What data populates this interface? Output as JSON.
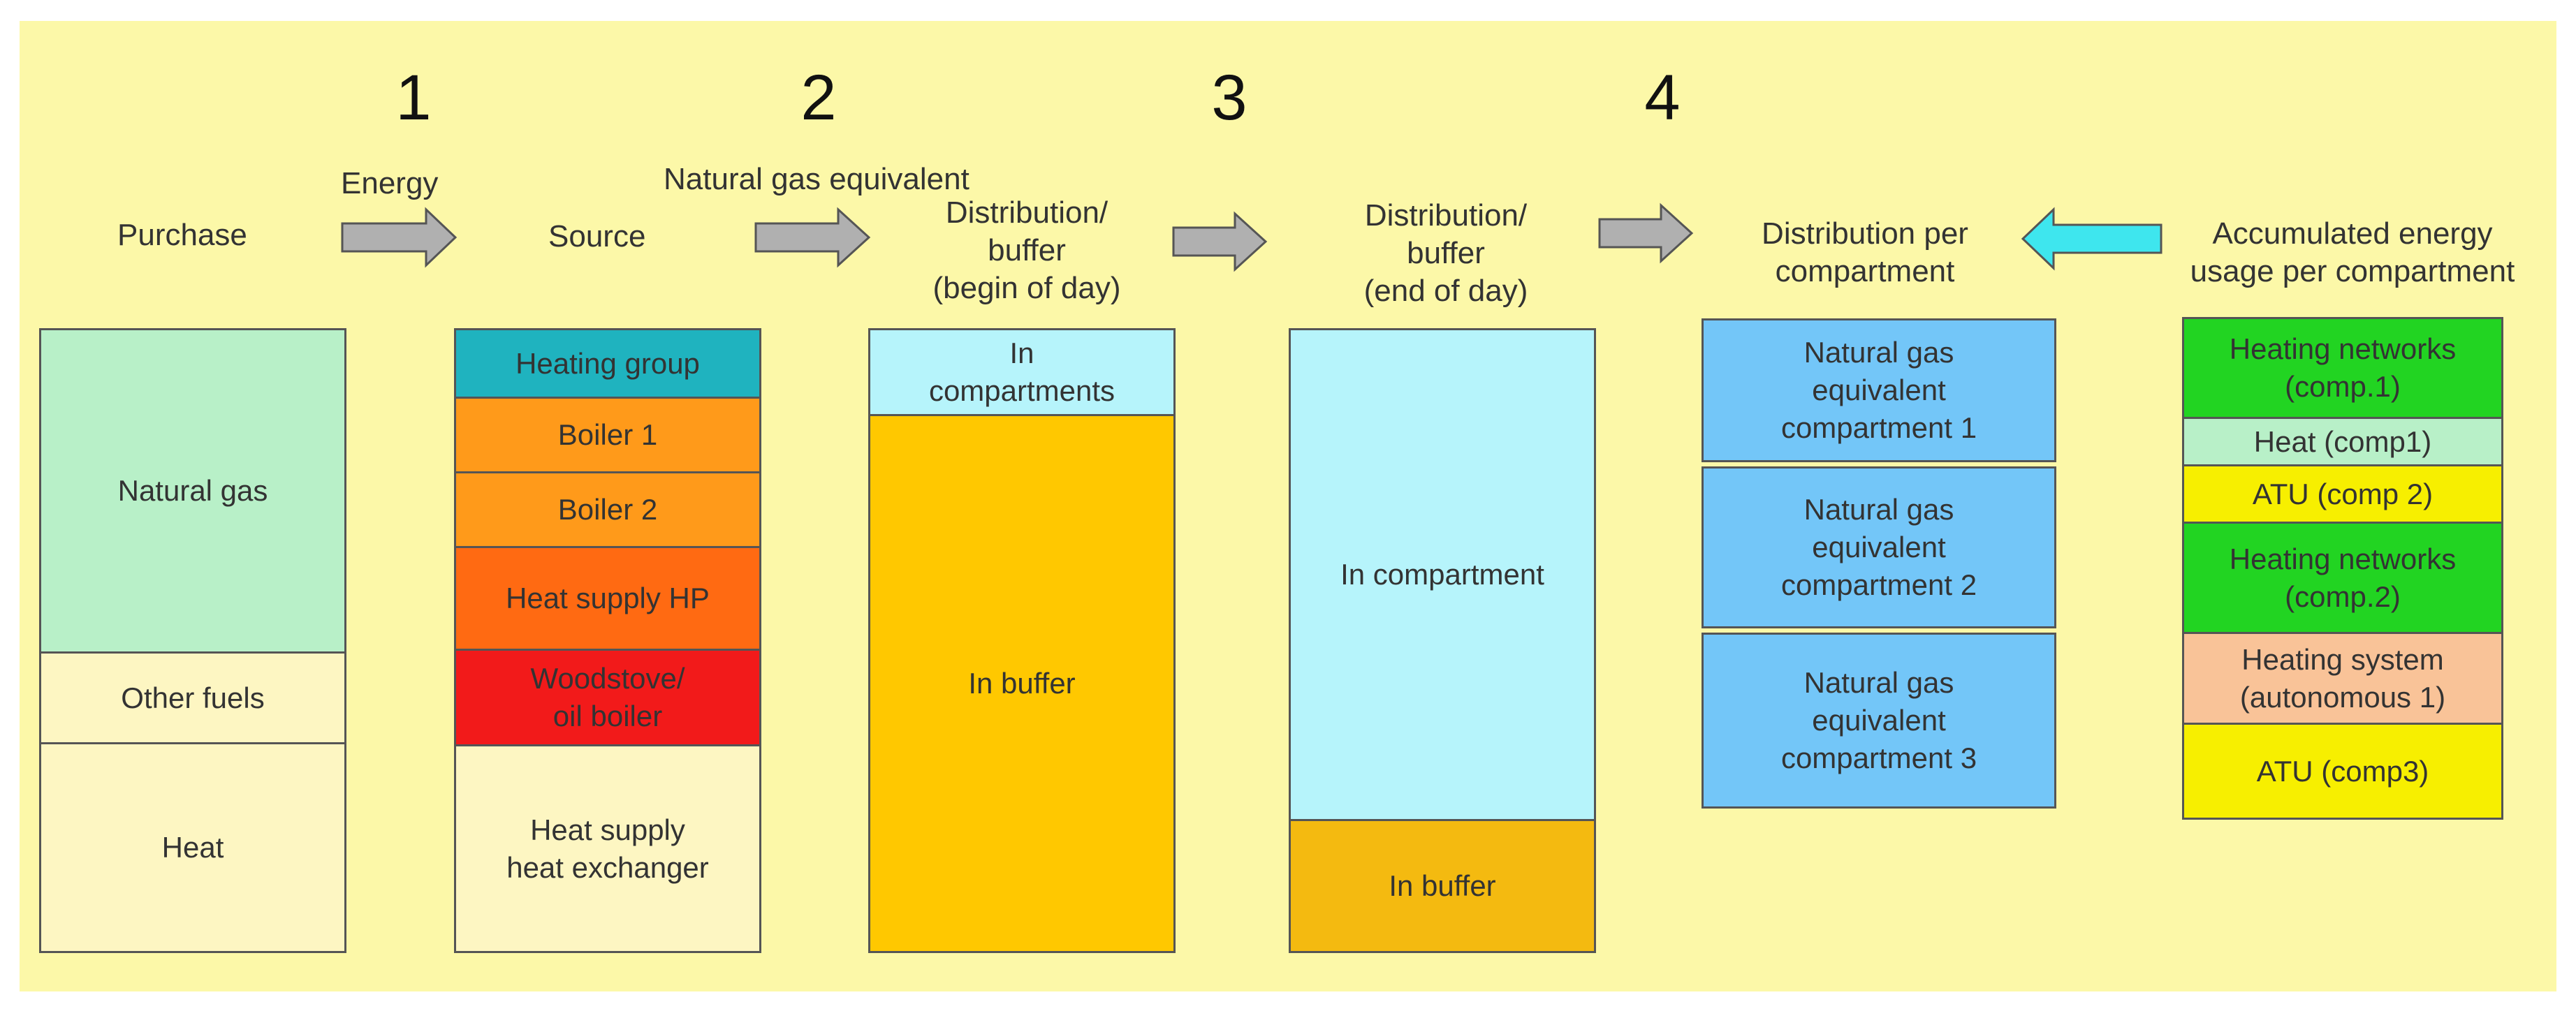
{
  "steps": [
    "1",
    "2",
    "3",
    "4"
  ],
  "flow_labels": {
    "energy": "Energy",
    "natural_gas_equivalent": "Natural gas equivalent"
  },
  "headers": {
    "purchase": "Purchase",
    "source": "Source",
    "distribution_begin": [
      "Distribution/",
      "buffer",
      "(begin of day)"
    ],
    "distribution_end": [
      "Distribution/",
      "buffer",
      "(end of day)"
    ],
    "per_compartment": [
      "Distribution per",
      "compartment"
    ],
    "accumulated": [
      "Accumulated energy",
      "usage per compartment"
    ]
  },
  "columns": {
    "purchase": [
      {
        "lines": [
          "Natural gas"
        ],
        "color": "#b8f0c8"
      },
      {
        "lines": [
          "Other fuels"
        ],
        "color": "#fdf6c2"
      },
      {
        "lines": [
          "Heat"
        ],
        "color": "#fdf6c2"
      }
    ],
    "source": [
      {
        "lines": [
          "Heating group"
        ],
        "color": "#1fb3bf"
      },
      {
        "lines": [
          "Boiler 1"
        ],
        "color": "#ff9a1a"
      },
      {
        "lines": [
          "Boiler 2"
        ],
        "color": "#ff9a1a"
      },
      {
        "lines": [
          "Heat supply HP"
        ],
        "color": "#ff6a12"
      },
      {
        "lines": [
          "Woodstove/",
          "oil boiler"
        ],
        "color": "#f21a1a"
      },
      {
        "lines": [
          "Heat supply",
          "heat exchanger"
        ],
        "color": "#fdf6c2"
      }
    ],
    "begin_of_day": [
      {
        "lines": [
          "In",
          "compartments"
        ],
        "color": "#b6f4fb"
      },
      {
        "lines": [
          "In buffer"
        ],
        "color": "#ffc800"
      }
    ],
    "end_of_day": [
      {
        "lines": [
          "In compartment"
        ],
        "color": "#b6f4fb"
      },
      {
        "lines": [
          "In buffer"
        ],
        "color": "#f4ba10"
      }
    ],
    "per_compartment": [
      {
        "lines": [
          "Natural gas",
          "equivalent",
          "compartment 1"
        ],
        "color": "#73c6f8"
      },
      {
        "lines": [
          "Natural gas",
          "equivalent",
          "compartment 2"
        ],
        "color": "#73c6f8"
      },
      {
        "lines": [
          "Natural gas",
          "equivalent",
          "compartment 3"
        ],
        "color": "#73c6f8"
      }
    ],
    "accumulated": [
      {
        "lines": [
          "Heating networks",
          "(comp.1)"
        ],
        "color": "#22d422"
      },
      {
        "lines": [
          "Heat (comp1)"
        ],
        "color": "#b8f0c8"
      },
      {
        "lines": [
          "ATU (comp 2)"
        ],
        "color": "#f7ef00"
      },
      {
        "lines": [
          "Heating networks",
          "(comp.2)"
        ],
        "color": "#22d422"
      },
      {
        "lines": [
          "Heating system",
          "(autonomous 1)"
        ],
        "color": "#f9c398"
      },
      {
        "lines": [
          "ATU (comp3)"
        ],
        "color": "#f7ef00"
      }
    ]
  },
  "colors": {
    "background": "#fcf8a8",
    "arrow_gray": "#b0b0b0",
    "arrow_cyan": "#3ee6ee"
  }
}
